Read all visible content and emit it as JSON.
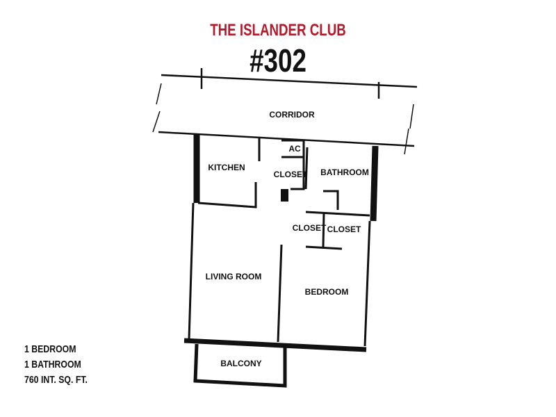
{
  "header": {
    "property": "THE ISLANDER CLUB",
    "unit": "#302"
  },
  "rooms": {
    "corridor": "CORRIDOR",
    "kitchen": "KITCHEN",
    "ac": "AC",
    "closet_hall": "CLOSET",
    "bathroom": "BATHROOM",
    "closet_bed1": "CLOSET",
    "closet_bed2": "CLOSET",
    "living_room": "LIVING ROOM",
    "bedroom": "BEDROOM",
    "balcony": "BALCONY"
  },
  "summary": {
    "bedrooms": "1 BEDROOM",
    "bathrooms": "1 BATHROOM",
    "area": "760 INT. SQ. FT."
  },
  "colors": {
    "title": "#b31b2c",
    "walls": "#111111"
  }
}
